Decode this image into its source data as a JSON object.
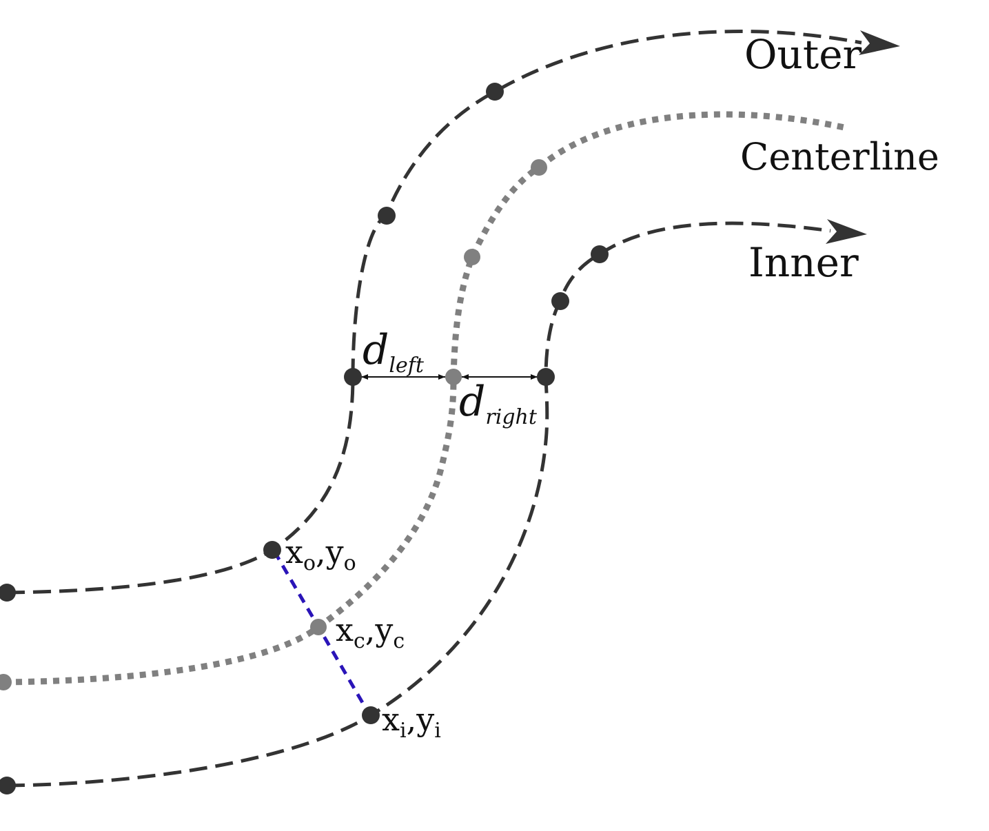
{
  "labels": {
    "outer": "Outer",
    "centerline": "Centerline",
    "inner": "Inner"
  },
  "distances": {
    "left": {
      "symbol": "d",
      "subscript": "left"
    },
    "right": {
      "symbol": "d",
      "subscript": "right"
    }
  },
  "points": {
    "outer": {
      "x": "x",
      "y": "y",
      "sub": "o",
      "sep": ","
    },
    "center": {
      "x": "x",
      "y": "y",
      "sub": "c",
      "sep": ","
    },
    "inner": {
      "x": "x",
      "y": "y",
      "sub": "i",
      "sep": ","
    }
  },
  "colors": {
    "boundary": "#333333",
    "centerline": "#808080",
    "connector": "#2a14b8",
    "background": "#ffffff"
  }
}
